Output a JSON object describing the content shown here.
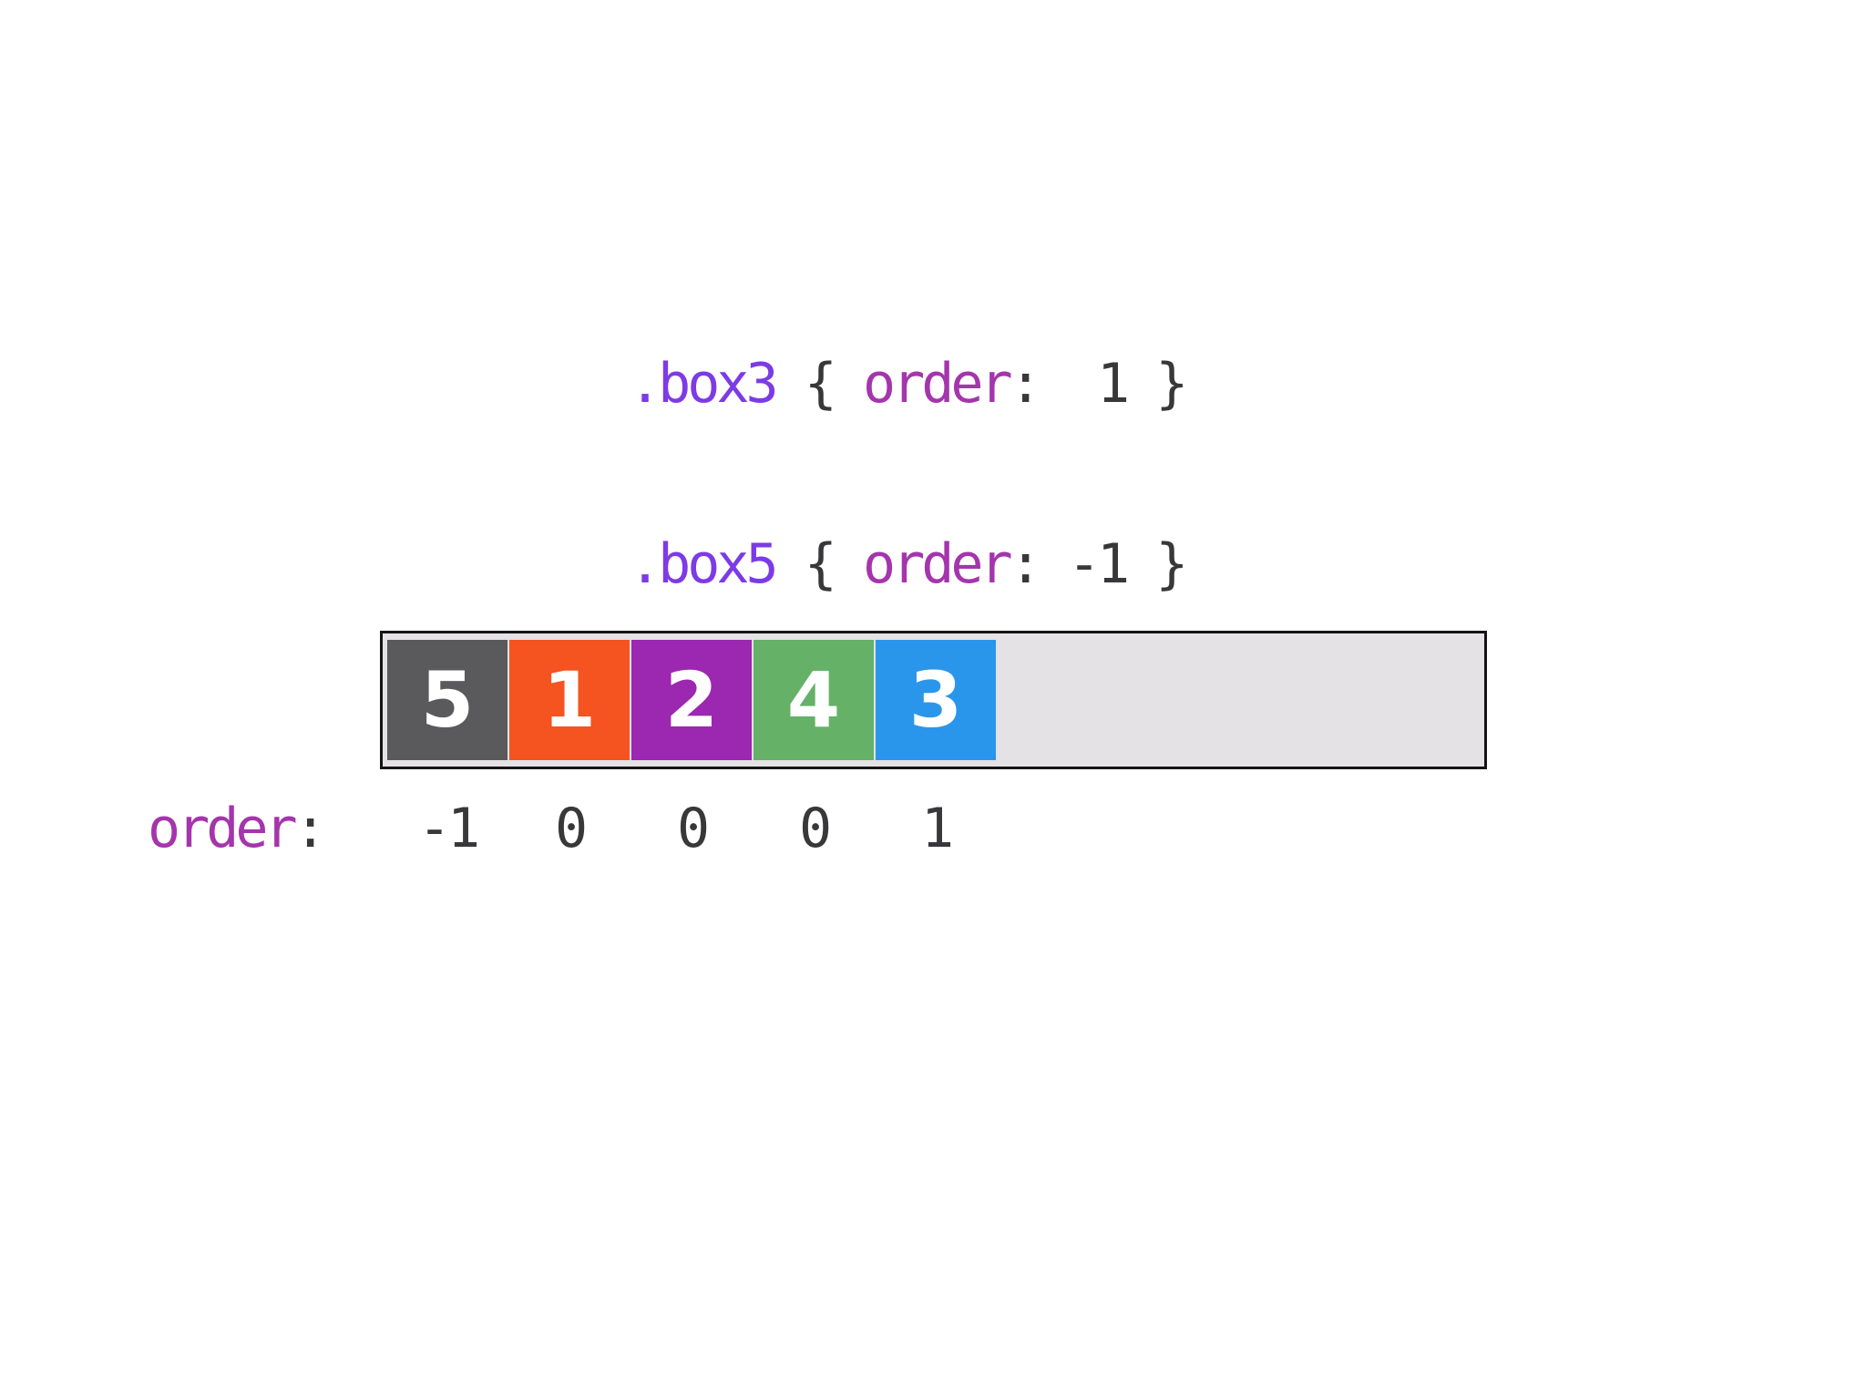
{
  "slide": {
    "background": "#ffffff"
  },
  "code": {
    "lines": [
      {
        "selector": ".box3",
        "open": " { ",
        "property": "order",
        "colon": ":",
        "value": "  1",
        "close": " }"
      },
      {
        "selector": ".box5",
        "open": " { ",
        "property": "order",
        "colon": ":",
        "value": " -1",
        "close": " }"
      }
    ],
    "colors": {
      "selector": "#7c3be6",
      "property": "#a435ac",
      "text": "#38383a"
    }
  },
  "flex_demo": {
    "container": {
      "background": "#e4e2e4",
      "border_color": "#141414"
    },
    "number_color": "#ffffff",
    "boxes": [
      {
        "label": "5",
        "color": "#5a5a5c"
      },
      {
        "label": "1",
        "color": "#f5531f"
      },
      {
        "label": "2",
        "color": "#9c27b0"
      },
      {
        "label": "4",
        "color": "#65b168"
      },
      {
        "label": "3",
        "color": "#2a96eb"
      }
    ]
  },
  "order_row": {
    "label": "order",
    "colon": ":",
    "values": [
      "-1",
      "0",
      "0",
      "0",
      "1"
    ]
  }
}
